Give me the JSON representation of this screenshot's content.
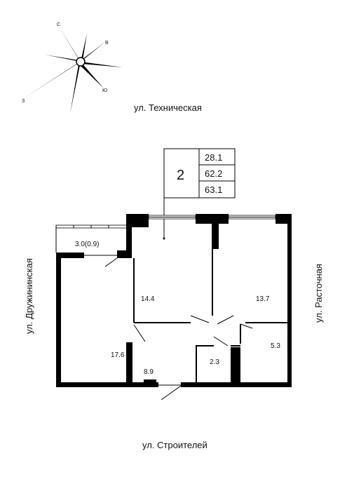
{
  "streets": {
    "north": "ул. Техническая",
    "south": "ул. Строителей",
    "west": "ул. Дружининская",
    "east": "ул. Расточная"
  },
  "compass": {
    "n": "С",
    "e": "В",
    "s": "Ю",
    "w": "З"
  },
  "apartment": {
    "rooms_count": "2",
    "living_area": "28.1",
    "total_area": "62.2",
    "total_area_with_balcony": "63.1"
  },
  "rooms": {
    "balcony": "3.0(0.9)",
    "room_left": "14.4",
    "room_right": "13.7",
    "kitchen": "17.6",
    "hall": "8.9",
    "bathroom": "2.3",
    "wc": "5.3"
  }
}
